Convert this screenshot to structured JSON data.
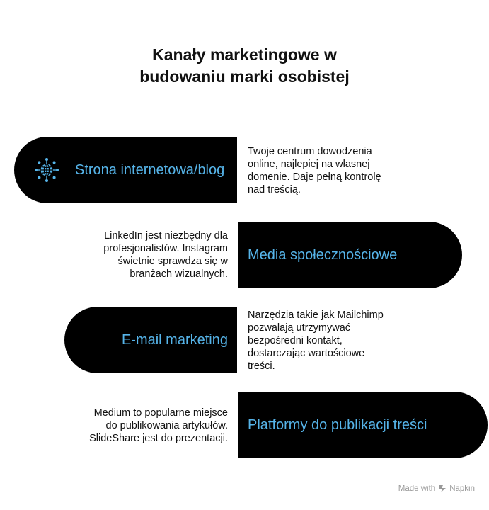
{
  "title": {
    "line1": "Kanały marketingowe w",
    "line2": "budowaniu marki osobistej"
  },
  "accent_color": "#56B4E9",
  "pill_color": "#000000",
  "channels": [
    {
      "label": "Strona internetowa/blog",
      "icon": "globe-network-icon",
      "description": [
        "Twoje centrum dowodzenia",
        "online, najlepiej na własnej",
        "domenie. Daje pełną kontrolę",
        "nad treścią."
      ]
    },
    {
      "label": "Media społecznościowe",
      "description": [
        "LinkedIn jest niezbędny dla",
        "profesjonalistów. Instagram",
        "świetnie sprawdza się w",
        "branżach wizualnych."
      ]
    },
    {
      "label": "E-mail marketing",
      "description": [
        "Narzędzia takie jak Mailchimp",
        "pozwalają utrzymywać",
        "bezpośredni kontakt,",
        "dostarczając wartościowe",
        "treści."
      ]
    },
    {
      "label": "Platformy do publikacji treści",
      "description": [
        "Medium to popularne miejsce",
        "do publikowania artykułów.",
        "SlideShare jest do prezentacji."
      ]
    }
  ],
  "footer": {
    "made_with": "Made with",
    "brand": "Napkin"
  }
}
